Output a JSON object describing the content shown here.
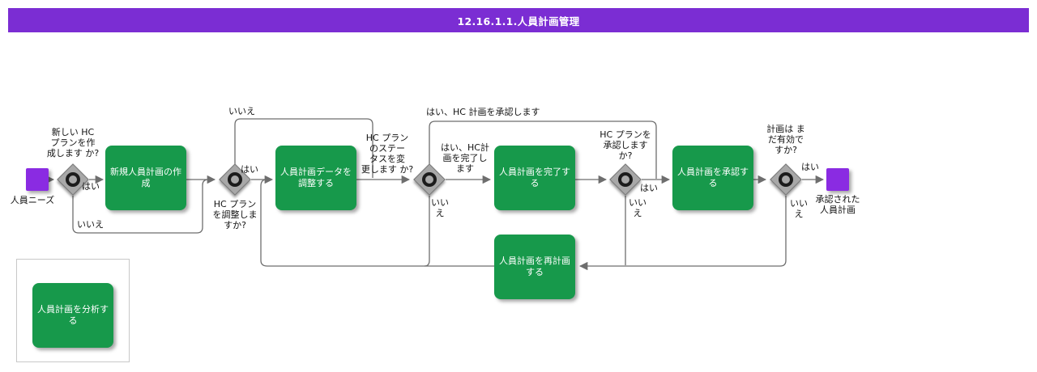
{
  "title": "12.16.1.1.人員計画管理",
  "events": {
    "start": "人員ニーズ",
    "end": "承認された\n人員計画"
  },
  "tasks": {
    "create": "新規人員計画の作\n成",
    "adjust": "人員計画データを\n調整する",
    "complete": "人員計画を完了す\nる",
    "approve": "人員計画を承認す\nる",
    "replan": "人員計画を再計画\nする",
    "analyze": "人員計画を分析す\nる"
  },
  "labels": {
    "q1": "新しい HC\nプランを作\n成します か?",
    "q1_yes": "はい",
    "q1_no": "いいえ",
    "q2": "HC プラン\nを調整しま\nすか?",
    "q2_yes": "はい",
    "q2_no": "いいえ",
    "q3": "HC プラン\nのステー\nタスを変\n更します か?",
    "q3_yes": "はい、HC計\n画を完了し\nます",
    "q3_no": "いい\nえ",
    "approve_bypass": "はい、HC 計画を承認します",
    "q4": "HC プランを\n承認します\nか?",
    "q4_yes": "はい",
    "q4_no": "いい\nえ",
    "q5": "計画は ま\nだ有効で\nすか?",
    "q5_yes": "はい",
    "q5_no": "いい\nえ"
  },
  "colors": {
    "title_bar": "#7b2dd3",
    "event_square": "#8a2be2",
    "task_fill": "#17994b",
    "connector": "#6e6e6e",
    "gateway_fill": "#a8a8a8"
  }
}
